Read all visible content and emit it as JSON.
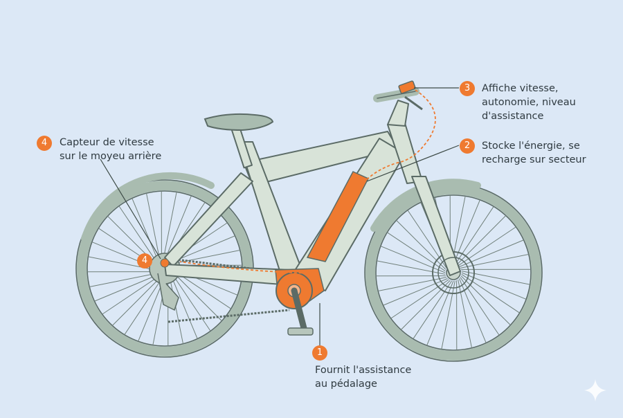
{
  "callouts": [
    {
      "number": "1",
      "lines": [
        "Fournit l'assistance",
        "au pédalage"
      ]
    },
    {
      "number": "2",
      "lines": [
        "Stocke l'énergie, se",
        "recharge sur secteur"
      ]
    },
    {
      "number": "3",
      "lines": [
        "Affiche vitesse,",
        "autonomie, niveau",
        "d'assistance"
      ]
    },
    {
      "number": "4",
      "lines": [
        "Capteur de vitesse",
        "sur le moyeu arrière"
      ]
    }
  ],
  "wheel_badge": "4",
  "colors": {
    "background": "#dce8f6",
    "frame": "#d8e3d8",
    "outline": "#5b6b66",
    "tire": "#a9bcb0",
    "accent": "#ef7a30",
    "text": "#2f3a40"
  },
  "icons": [
    "sparkle-icon"
  ]
}
